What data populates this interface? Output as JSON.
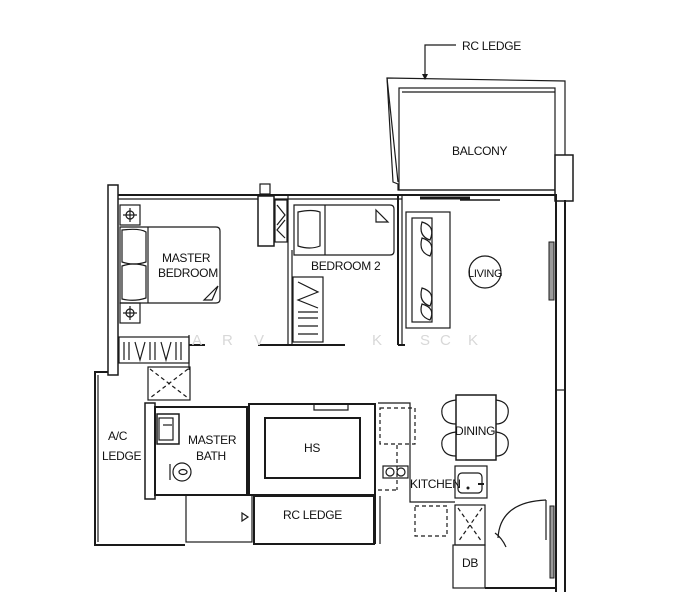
{
  "floorplan": {
    "rooms": [
      {
        "id": "balcony",
        "label": "BALCONY"
      },
      {
        "id": "master-bedroom",
        "label_line1": "MASTER",
        "label_line2": "BEDROOM"
      },
      {
        "id": "bedroom-2",
        "label": "BEDROOM 2"
      },
      {
        "id": "living",
        "label": "LIVING"
      },
      {
        "id": "dining",
        "label": "DINING"
      },
      {
        "id": "kitchen",
        "label": "KITCHEN"
      },
      {
        "id": "master-bath",
        "label_line1": "MASTER",
        "label_line2": "BATH"
      },
      {
        "id": "hs",
        "label": "HS"
      },
      {
        "id": "ac-ledge",
        "label_line1": "A/C",
        "label_line2": "LEDGE"
      },
      {
        "id": "rc-ledge-bottom",
        "label": "RC LEDGE"
      },
      {
        "id": "db",
        "label": "DB"
      }
    ],
    "callouts": [
      {
        "id": "rc-ledge-top",
        "label": "RC LEDGE"
      }
    ],
    "watermark": [
      "A",
      "R",
      "V",
      "K",
      "S",
      "C",
      "K"
    ]
  }
}
